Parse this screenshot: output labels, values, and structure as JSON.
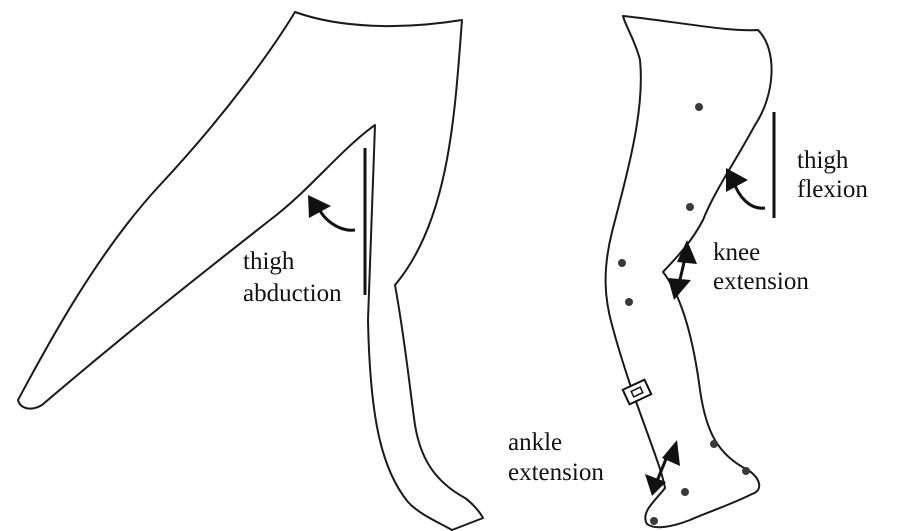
{
  "colors": {
    "background": "#ffffff",
    "outline": "#1a1a1a",
    "arrow": "#111111",
    "marker": "#3a3a3a",
    "text": "#111111"
  },
  "labels": {
    "thigh_abduction_line1": "thigh",
    "thigh_abduction_line2": "abduction",
    "thigh_flexion_line1": "thigh",
    "thigh_flexion_line2": "flexion",
    "knee_extension_line1": "knee",
    "knee_extension_line2": "extension",
    "ankle_extension_line1": "ankle",
    "ankle_extension_line2": "extension"
  },
  "icons": {
    "abduction_arrow": "curved-arrow-icon",
    "flexion_arrow": "curved-arrow-icon",
    "knee_arrow": "double-headed-arrow-icon",
    "ankle_arrow": "double-headed-arrow-icon",
    "sensor": "sensor-box-icon",
    "markers": "marker-dot-icon"
  }
}
